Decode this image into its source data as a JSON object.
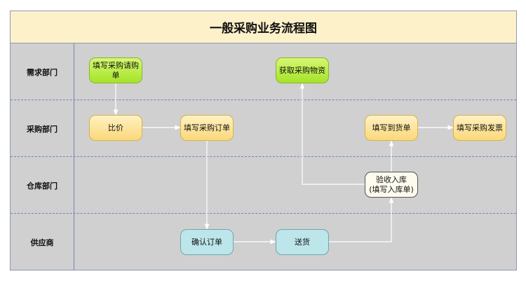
{
  "title": "一般采购业务流程图",
  "lanes": [
    {
      "label": "需求部门"
    },
    {
      "label": "采购部门"
    },
    {
      "label": "仓库部门"
    },
    {
      "label": "供应商"
    }
  ],
  "nodes": {
    "fill_requisition": {
      "label": "填写采购请购单"
    },
    "obtain_goods": {
      "label": "获取采购物资"
    },
    "compare_price": {
      "label": "比价"
    },
    "fill_purchase_order": {
      "label": "填写采购订单"
    },
    "fill_arrival_note": {
      "label": "填写到货单"
    },
    "fill_purchase_invoice": {
      "label": "填写采购发票"
    },
    "inspect_receive": {
      "label": "验收入库\n(填写入库单)"
    },
    "confirm_order": {
      "label": "确认订单"
    },
    "deliver": {
      "label": "送货"
    }
  },
  "colors": {
    "green": "#a5e329",
    "yellow": "#fbd87a",
    "cyan": "#bde6ea",
    "title_bg": "#fdf1c9",
    "background": "#d0d0d0",
    "connector": "#ffffff"
  },
  "edges": [
    {
      "from": "fill_requisition",
      "to": "compare_price"
    },
    {
      "from": "compare_price",
      "to": "fill_purchase_order"
    },
    {
      "from": "fill_purchase_order",
      "to": "confirm_order"
    },
    {
      "from": "confirm_order",
      "to": "deliver"
    },
    {
      "from": "deliver",
      "to": "inspect_receive"
    },
    {
      "from": "inspect_receive",
      "to": "fill_arrival_note"
    },
    {
      "from": "inspect_receive",
      "to": "obtain_goods"
    },
    {
      "from": "fill_arrival_note",
      "to": "fill_purchase_invoice"
    }
  ]
}
